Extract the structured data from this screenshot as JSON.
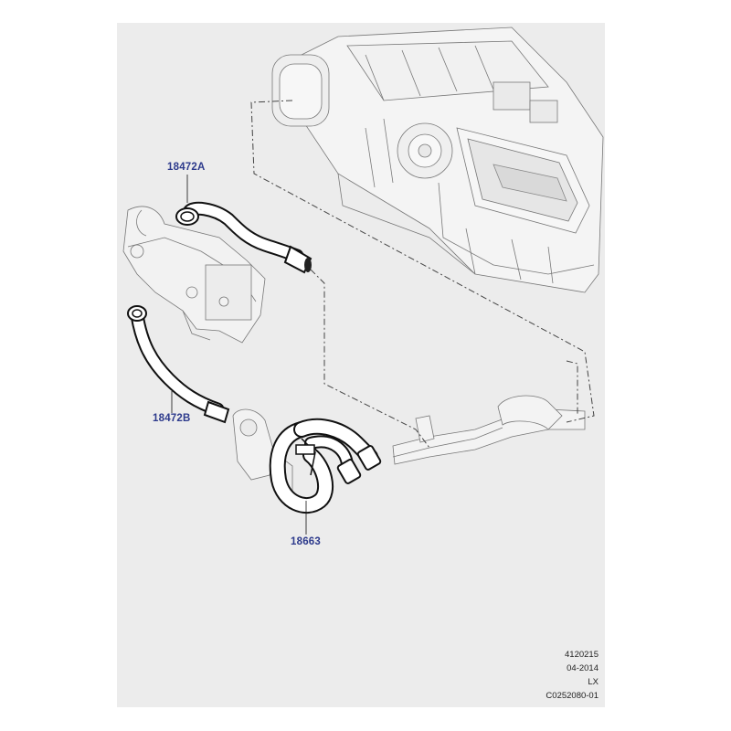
{
  "callouts": {
    "hose_a": "18472A",
    "hose_b": "18472B",
    "hose_c": "18663"
  },
  "reference": {
    "line1": "4120215",
    "line2": "04-2014",
    "line3": "LX",
    "line4": "C0252080-01"
  },
  "colors": {
    "sheet_background": "#ececec",
    "callout_text": "#2d3a8c",
    "outline": "#666666",
    "hose": "#111111"
  }
}
